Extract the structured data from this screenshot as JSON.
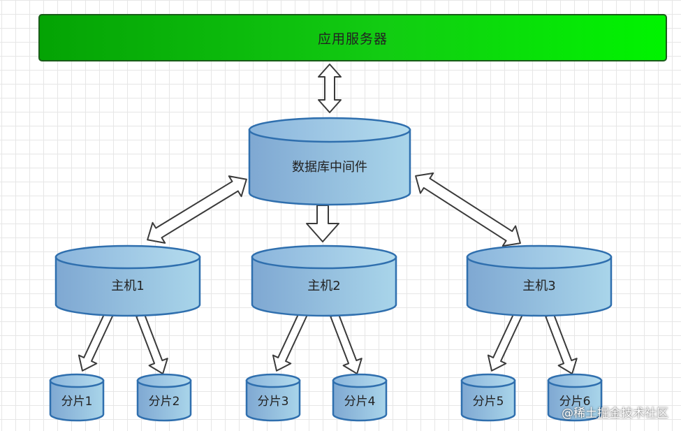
{
  "app_server": {
    "label": "应用服务器"
  },
  "middleware": {
    "label": "数据库中间件"
  },
  "hosts": [
    {
      "label": "主机1"
    },
    {
      "label": "主机2"
    },
    {
      "label": "主机3"
    }
  ],
  "shards": [
    {
      "label": "分片1"
    },
    {
      "label": "分片2"
    },
    {
      "label": "分片3"
    },
    {
      "label": "分片4"
    },
    {
      "label": "分片5"
    },
    {
      "label": "分片6"
    }
  ],
  "watermark": "@稀土掘金技术社区",
  "colors": {
    "banner_green": "#12cc12",
    "cylinder_blue": "#9cc9e6",
    "cylinder_stroke": "#2f6fae"
  }
}
